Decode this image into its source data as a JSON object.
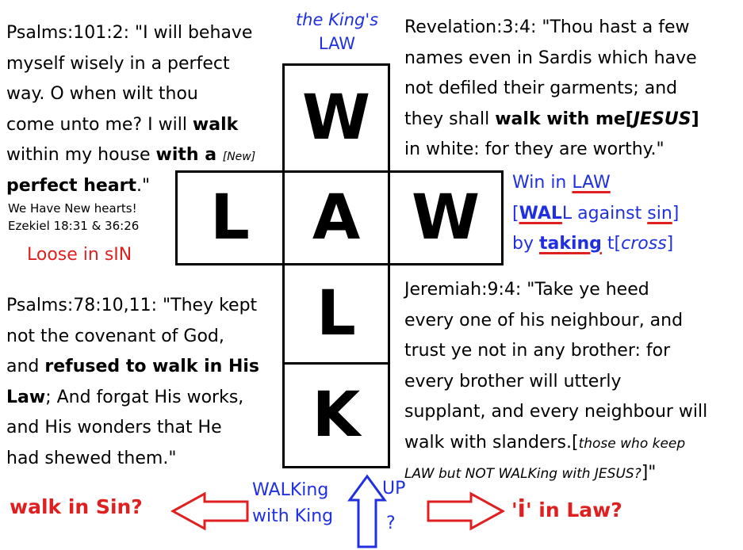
{
  "header": {
    "the": "the",
    "kings": "King's",
    "law": "LAW"
  },
  "psalms101": {
    "l1": "Psalms:101:2: \"I will behave",
    "l2": "myself wisely in a perfect",
    "l3": "way.  O when wilt thou",
    "l4": "come unto me?  I will ",
    "l4b": "walk",
    "l5": "within my house ",
    "l5b": "with a ",
    "l5c": "[New]",
    "l6b": "perfect heart",
    "l6": ".\"",
    "note1": "We Have New hearts!",
    "note2": "Ezekiel 18:31 & 36:26"
  },
  "loose": "Loose in sIN",
  "revelation": {
    "l1": "Revelation:3:4: \"Thou hast a few",
    "l2": "names even in Sardis which have",
    "l3": "not defiled their garments; and",
    "l4": "they shall ",
    "l4b": "walk with me[",
    "l4i": "JESUS",
    "l4c": "]",
    "l5": "in white: for they are worthy.\""
  },
  "win": {
    "l1a": "Win in ",
    "l1b": "LAW",
    "l2a": "[",
    "l2b": "WAL",
    "l2c": "L against ",
    "l2d": "sin",
    "l2e": "]",
    "l3a": "by ",
    "l3b": "taking",
    "l3c": " t[",
    "l3d": "cross",
    "l3e": "]"
  },
  "grid": {
    "w_top": "W",
    "l_left": "L",
    "a_center": "A",
    "w_right": "W",
    "l_lower": "L",
    "k_bottom": "K"
  },
  "psalms78": {
    "l1": "Psalms:78:10,11: \"They kept",
    "l2": "not the covenant of God,",
    "l3": "and ",
    "l3b": "refused to walk in His",
    "l4b": "Law",
    "l4": "; And forgat His works,",
    "l5": "and His wonders that He",
    "l6": "had shewed them.\""
  },
  "jeremiah": {
    "l1": "Jeremiah:9:4: \"Take ye heed",
    "l2": "every one of his neighbour, and",
    "l3": "trust ye not in any brother: for",
    "l4": "every brother will utterly",
    "l5": "supplant, and every neighbour will",
    "l6": "walk with slanders.[",
    "l6i": "those who keep",
    "l7i": "LAW but NOT WALKing with JESUS?",
    "l7": "]\""
  },
  "bottom": {
    "walk_in_sin": "walk in Sin?",
    "walking": "WALKing",
    "with_king": "with King",
    "up": "UP",
    "question": "?",
    "i_in_law_a": "'",
    "i_in_law_i": "i",
    "i_in_law_b": "' in Law?"
  },
  "colors": {
    "red": "#e02020",
    "blue": "#2030e0",
    "black": "#000000"
  }
}
